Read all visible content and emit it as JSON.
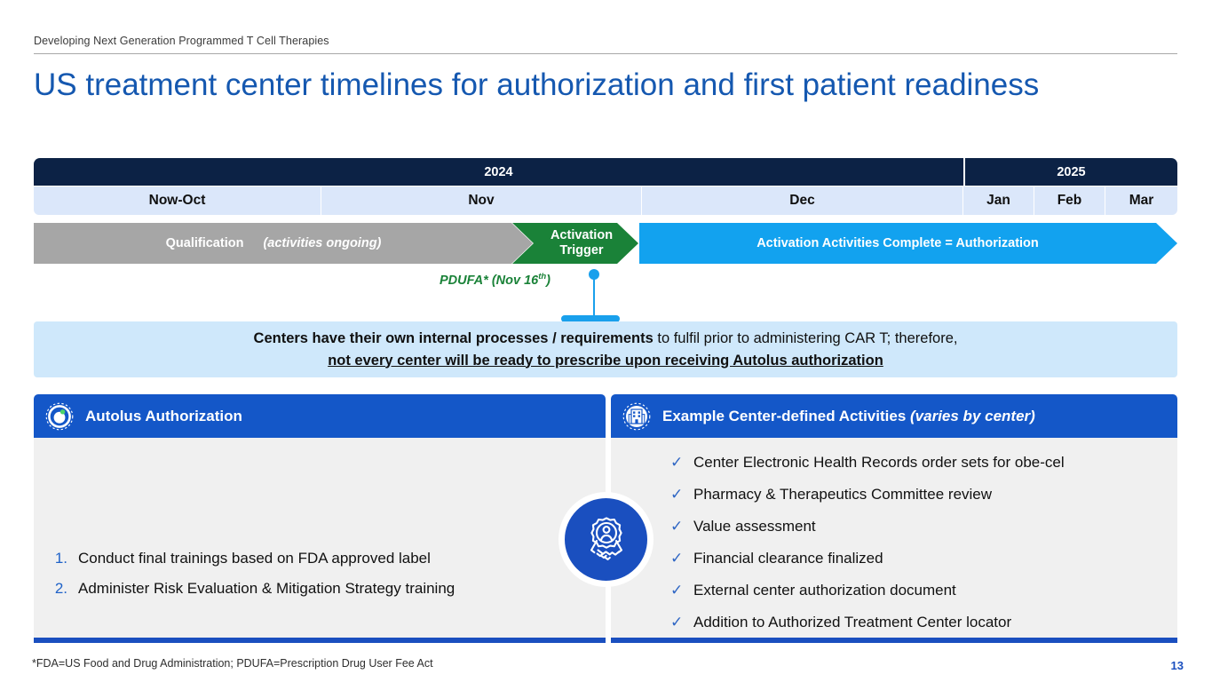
{
  "header": {
    "eyebrow": "Developing Next Generation Programmed T Cell Therapies",
    "title": "US treatment center timelines for authorization and first patient readiness",
    "title_color": "#1558b0"
  },
  "timeline": {
    "years": [
      {
        "label": "2024"
      },
      {
        "label": "2025"
      }
    ],
    "months": [
      {
        "label": "Now-Oct"
      },
      {
        "label": "Nov"
      },
      {
        "label": "Dec"
      },
      {
        "label": "Jan"
      },
      {
        "label": "Feb"
      },
      {
        "label": "Mar"
      }
    ],
    "phases": [
      {
        "name": "qualification",
        "label": "Qualification ",
        "label_italic": "(activities ongoing)",
        "color": "#a6a6a6"
      },
      {
        "name": "activation-trigger",
        "label_line1": "Activation",
        "label_line2": "Trigger",
        "color": "#1a8238"
      },
      {
        "name": "activation-complete",
        "label": "Activation Activities Complete = Authorization",
        "color": "#12a2ef"
      }
    ],
    "milestone": {
      "label_main": "PDUFA* (Nov 16",
      "label_sup": "th",
      "label_end": ")",
      "color": "#1a8238",
      "marker_color": "#19a0ec"
    }
  },
  "callout": {
    "line1_bold": "Centers have their own internal processes / requirements",
    "line1_rest": " to fulfil prior to administering CAR T; therefore,",
    "line2": "not every center will be ready to prescribe upon receiving Autolus authorization",
    "background": "#cfe8fb"
  },
  "panels": {
    "left": {
      "icon": "autolus-logo-icon",
      "title": "Autolus Authorization",
      "header_color": "#1457c8",
      "items": [
        {
          "num": "1.",
          "text": "Conduct final trainings based on FDA approved label"
        },
        {
          "num": "2.",
          "text": "Administer Risk Evaluation & Mitigation Strategy training"
        }
      ]
    },
    "right": {
      "icon": "hospital-building-icon",
      "title": "Example Center-defined Activities ",
      "title_italic": "(varies by center)",
      "header_color": "#1457c8",
      "check_glyph": "✓",
      "items": [
        {
          "text": "Center Electronic Health Records order sets for obe-cel"
        },
        {
          "text": "Pharmacy & Therapeutics Committee review"
        },
        {
          "text": "Value assessment"
        },
        {
          "text": "Financial clearance finalized"
        },
        {
          "text": "External center authorization document"
        },
        {
          "text": "Addition to Authorized Treatment Center locator"
        }
      ]
    },
    "center_icon": "handshake-gear-person-icon"
  },
  "footer": {
    "footnote": "*FDA=US Food and Drug Administration; PDUFA=Prescription Drug User Fee Act",
    "page_number": "13"
  }
}
